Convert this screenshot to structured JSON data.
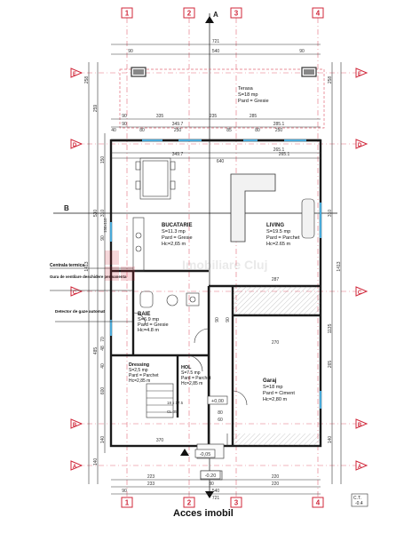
{
  "grid": {
    "columns": [
      "1",
      "2",
      "3",
      "4"
    ],
    "rows": [
      "E",
      "D",
      "C",
      "B",
      "A"
    ],
    "section_markers": {
      "horizontal": "B",
      "vertical": "A"
    }
  },
  "dimensions": {
    "top": [
      "721",
      "90",
      "540",
      "90",
      "90",
      "335",
      "285",
      "349.7",
      "250",
      "235",
      "285.1",
      "90",
      "265.1",
      "250",
      "80",
      "85",
      "80",
      "40",
      "640",
      "349.7",
      "265.1"
    ],
    "left": [
      "258",
      "259",
      "150",
      "530",
      "310",
      "90",
      "485",
      "1413",
      "70",
      "48",
      "40",
      "600",
      "140",
      "140"
    ],
    "right": [
      "258",
      "1413",
      "1135",
      "310",
      "265",
      "140"
    ],
    "bottom": [
      "721",
      "233",
      "220",
      "80",
      "220",
      "540",
      "223",
      "370",
      "90"
    ],
    "inner": [
      "287",
      "270",
      "80",
      "90",
      "90",
      "60"
    ]
  },
  "rooms": {
    "terasa": {
      "name": "Terasa",
      "area": "S=18 mp",
      "floor": "Pard = Gresie"
    },
    "bucatarie": {
      "name": "BUCATARIE",
      "area": "S=11.3 mp",
      "floor": "Pard = Gresie",
      "height": "Hc=2,65 m"
    },
    "living": {
      "name": "LIVING",
      "area": "S=19.5 mp",
      "floor": "Pard = Parchet",
      "height": "Hc=2.65 m"
    },
    "baie": {
      "name": "BAIE",
      "area": "S=6.9 mp",
      "floor": "Pard = Gresie",
      "height": "Hc=4.8 m"
    },
    "dressing": {
      "name": "Dressing",
      "area": "S=2,5 mp",
      "floor": "Pard = Parchet",
      "height": "Hc=2,85 m"
    },
    "hol": {
      "name": "HOL",
      "area": "S=7.5 mp",
      "floor": "Pard = Parchet",
      "height": "Hc=2,85 m"
    },
    "garaj": {
      "name": "Garaj",
      "area": "S=18 mp",
      "floor": "Pard = Ciment",
      "height": "Hc=2,80 m"
    }
  },
  "annotations": {
    "centrala": "Centrala termica",
    "gura": "Gura de ventilare deschidere permanenta",
    "detector": "Detector de gaze automat",
    "level_0": "+0,00",
    "level_05": "-0,05",
    "level_20": "-0.20",
    "window_label": "150x110",
    "stair_label": "18 x 17.5",
    "door_label": "CL 35"
  },
  "watermark": "Imobiliare Cluj",
  "footer": {
    "title": "Acces imobil",
    "sheet_code": "C.T.",
    "sheet_level": "-0.4"
  }
}
